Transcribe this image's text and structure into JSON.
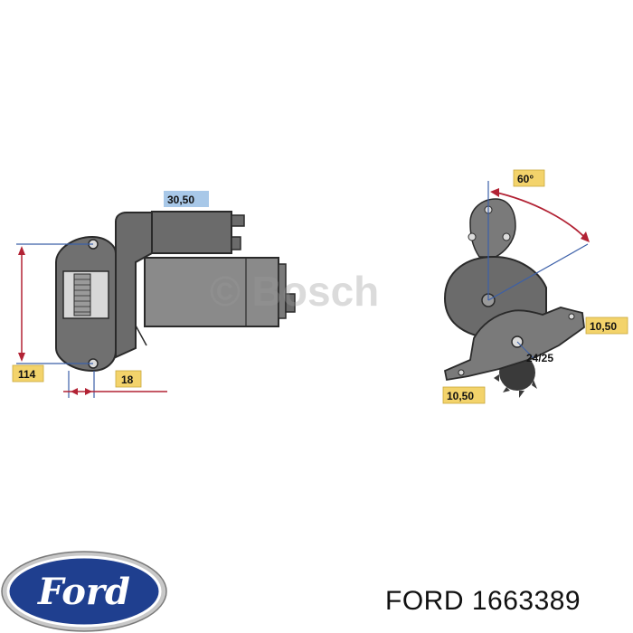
{
  "diagram": {
    "watermark": "© Bosch",
    "dimensions": {
      "solenoid": "30,50",
      "height": "114",
      "flange": "18",
      "angle": "60°",
      "right_upper": "10,50",
      "right_lower": "10,50",
      "teeth": "24/25"
    }
  },
  "footer": {
    "brand_logo": "Ford",
    "caption": "FORD 1663389"
  },
  "colors": {
    "body_dark": "#6b6b6b",
    "body_mid": "#8a8a8a",
    "label_yellow": "#f3d36b",
    "label_blue": "#a8c8e8",
    "dim_line_blue": "#3b5fa8",
    "dim_line_red": "#b22234",
    "ford_blue": "#1f3f8f"
  }
}
